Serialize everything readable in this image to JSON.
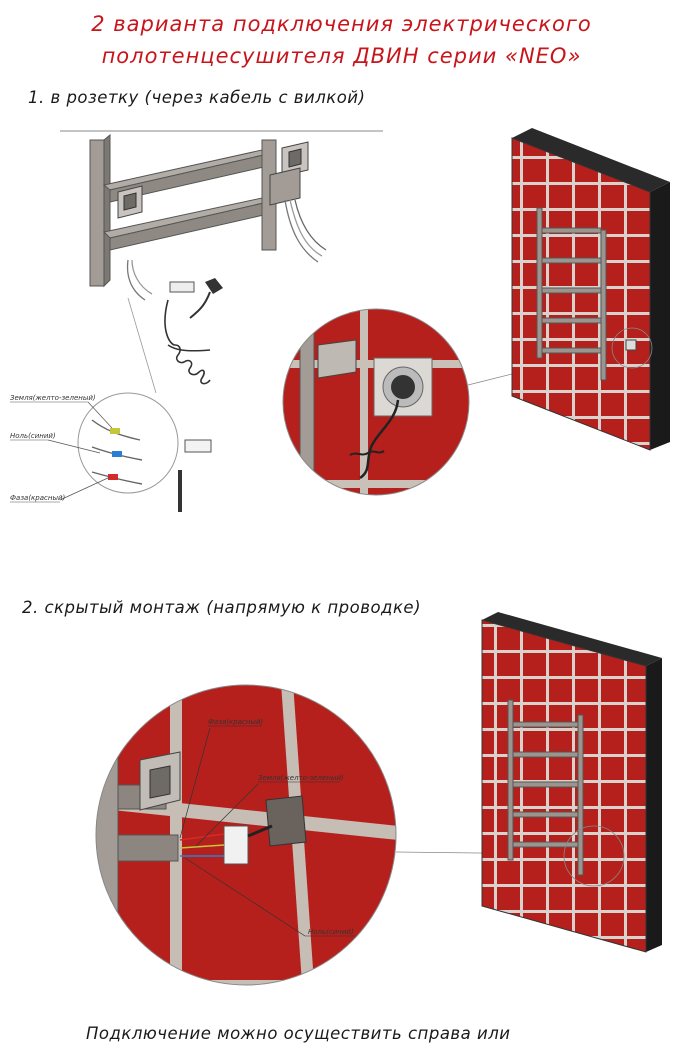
{
  "title": {
    "line1": "2 варианта подключения электрического",
    "line2": "полотенцесушителя ДВИН серии «NEO»"
  },
  "section1": {
    "heading": "1. в розетку (через кабель с вилкой)",
    "labels": {
      "ground": "Земля(желто-зеленый)",
      "neutral": "Ноль(синий)",
      "phase": "Фаза(красный)"
    }
  },
  "section2": {
    "heading": "2. скрытый монтаж (напрямую к проводке)",
    "labels": {
      "phase": "Фаза(красный)",
      "ground": "Земля(желто-зеленый)",
      "neutral": "Ноль(синий)"
    }
  },
  "footer": {
    "text": "Подключение можно осуществить справа или"
  },
  "colors": {
    "title": "#c8151b",
    "tile": "#b5201c",
    "grout": "#d9d2cc",
    "wall_edge": "#222222",
    "metal": "#9c958f"
  }
}
